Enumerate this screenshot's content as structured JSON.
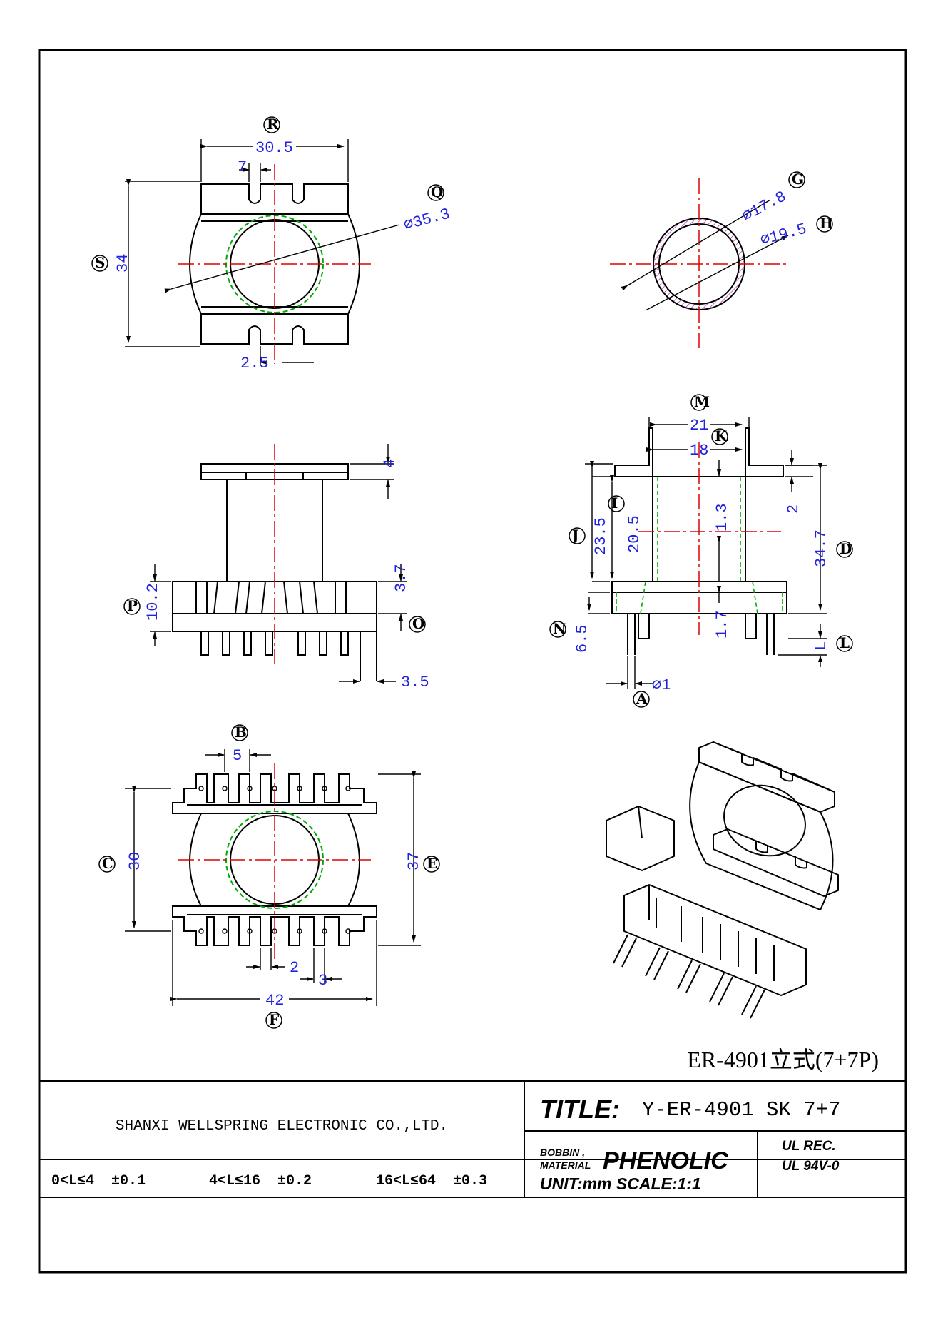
{
  "drawing": {
    "caption": "ER-4901立式(7+7P)",
    "colors": {
      "line": "#000000",
      "dimension": "#2222dd",
      "centerline": "#dd0000",
      "hidden": "#00aa00",
      "tube": "#aa33aa"
    }
  },
  "top_view": {
    "label_r": "R",
    "dim_width": "30.5",
    "dim_slot": "7",
    "label_q": "Q",
    "dim_dia": "⌀35.3",
    "label_s": "S",
    "dim_height": "34",
    "dim_gap": "2.5"
  },
  "tube_view": {
    "label_g": "G",
    "dim_inner": "⌀17.8",
    "label_h": "H",
    "dim_outer": "⌀19.5"
  },
  "front_view": {
    "dim_flange": "4",
    "dim_base": "3.7",
    "label_p": "P",
    "dim_base_h": "10.2",
    "label_o": "O",
    "dim_pitch": "3.5"
  },
  "side_view": {
    "label_m": "M",
    "dim_outer": "21",
    "label_k": "K",
    "dim_inner": "18",
    "label_i": "I",
    "dim_i": "20.5",
    "label_j": "J",
    "dim_j": "23.5",
    "dim_wall_top": "1.3",
    "dim_wall_bot": "1.7",
    "dim_top_flange": "2",
    "label_d": "D",
    "dim_total": "34.7",
    "label_n": "N",
    "dim_pin": "6.5",
    "label_l": "L",
    "dim_l": "L",
    "label_a": "A",
    "dim_pin_dia": "⌀1"
  },
  "bottom_view": {
    "label_b": "B",
    "dim_pin_pitch": "5",
    "label_c": "C",
    "dim_inner_h": "30",
    "label_e": "E",
    "dim_outer_h": "37",
    "dim_slot": "2",
    "dim_slot2": "3",
    "label_f": "F",
    "dim_width": "42"
  },
  "title_block": {
    "company": "SHANXI WELLSPRING ELECTRONIC CO.,LTD.",
    "title_label": "TITLE:",
    "title_value": "Y-ER-4901 SK 7+7",
    "bobbin_label_1": "BOBBIN ,",
    "bobbin_label_2": "MATERIAL",
    "material": "PHENOLIC",
    "ul_1": "UL REC.",
    "ul_2": "UL 94V-0",
    "tol_1": "0<L≤4  ±0.1",
    "tol_2": "4<L≤16  ±0.2",
    "tol_3": "16<L≤64  ±0.3",
    "unit_scale": "UNIT:mm SCALE:1:1"
  }
}
